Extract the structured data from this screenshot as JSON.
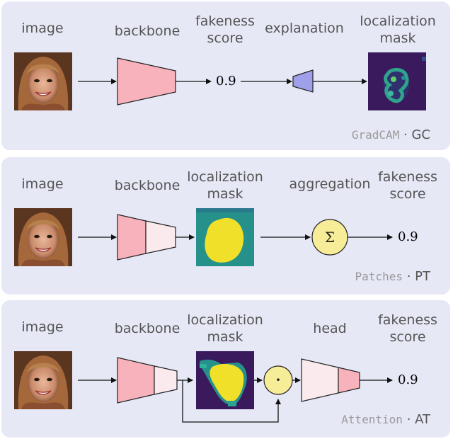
{
  "panels": [
    {
      "labels": {
        "image": "image",
        "backbone": "backbone",
        "score": "fakeness\nscore",
        "explanation": "explanation",
        "mask": "localization\nmask"
      },
      "value": "0.9",
      "method_mono": "GradCAM",
      "method_sep": " · ",
      "method_abbr": "GC"
    },
    {
      "labels": {
        "image": "image",
        "backbone": "backbone",
        "mask": "localization\nmask",
        "aggregation": "aggregation",
        "score": "fakeness\nscore"
      },
      "sum_symbol": "Σ",
      "value": "0.9",
      "method_mono": "Patches",
      "method_sep": " · ",
      "method_abbr": "PT"
    },
    {
      "labels": {
        "image": "image",
        "backbone": "backbone",
        "mask": "localization\nmask",
        "head": "head",
        "score": "fakeness\nscore"
      },
      "dot_symbol": "·",
      "value": "0.9",
      "method_mono": "Attention",
      "method_sep": " · ",
      "method_abbr": "AT"
    }
  ],
  "colors": {
    "panel_bg": "#e6e8f6",
    "backbone_fill": "#f7b2bb",
    "backbone_light": "#fbeaed",
    "explainer_fill": "#9f9fea",
    "sum_fill": "#f7ec98",
    "mask_dark": "#3a1a5c",
    "mask_teal": "#26918b",
    "mask_yellow": "#f0e02a"
  }
}
